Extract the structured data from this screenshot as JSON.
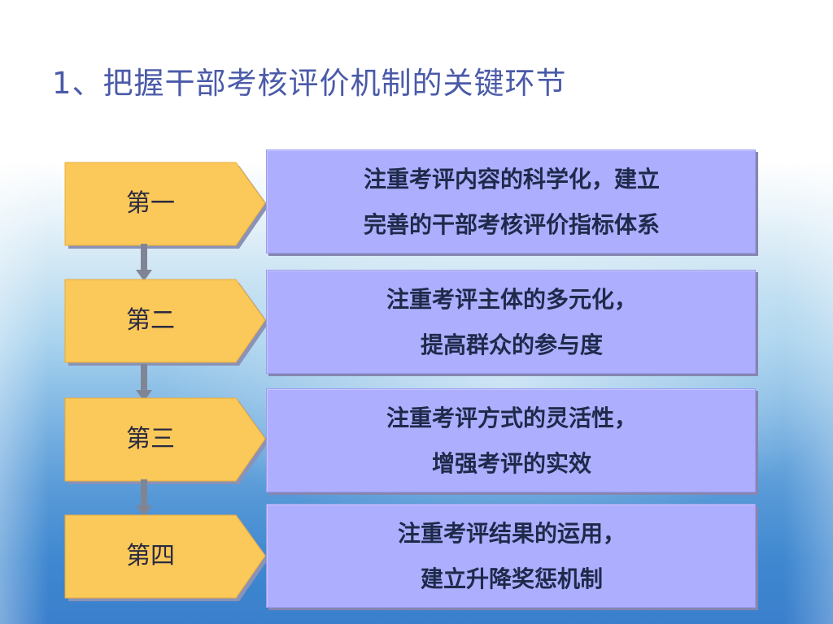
{
  "title": "1、把握干部考核评价机制的关键环节",
  "colors": {
    "step_fill": "#fbc85a",
    "step_shadow": "#8a92b8",
    "card_fill": "#adaefe",
    "title": "#4a5aa8",
    "connector": "#7f8595"
  },
  "steps": [
    {
      "label": "第一",
      "line1": "注重考评内容的科学化，建立",
      "line2": "完善的干部考核评价指标体系"
    },
    {
      "label": "第二",
      "line1": "注重考评主体的多元化，",
      "line2": "提高群众的参与度"
    },
    {
      "label": "第三",
      "line1": "注重考评方式的灵活性，",
      "line2": "增强考评的实效"
    },
    {
      "label": "第四",
      "line1": "注重考评结果的运用，",
      "line2": "建立升降奖惩机制"
    }
  ]
}
